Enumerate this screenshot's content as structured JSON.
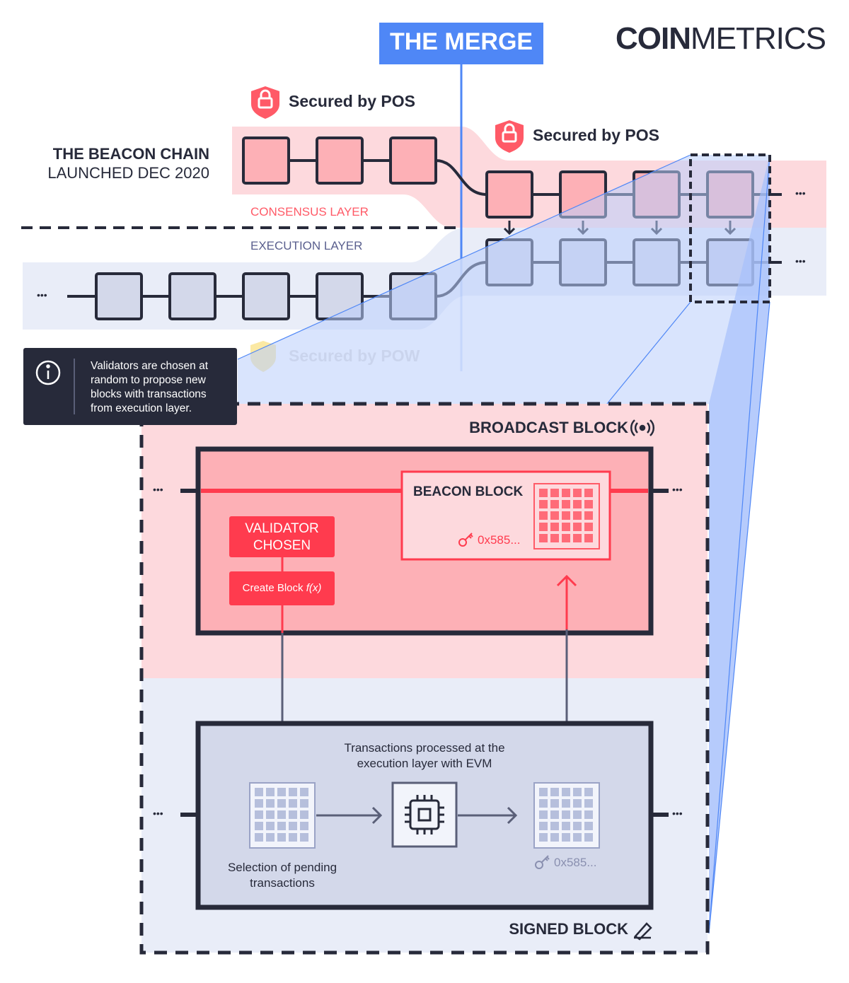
{
  "header": {
    "merge_label": "THE MERGE",
    "logo_bold": "COIN",
    "logo_light": "METRICS"
  },
  "beacon_chain": {
    "title": "THE BEACON CHAIN",
    "subtitle": "LAUNCHED DEC 2020"
  },
  "security": {
    "pos_label_1": "Secured by POS",
    "pos_label_2": "Secured by POS",
    "pow_label": "Secured by POW"
  },
  "layers": {
    "consensus": "CONSENSUS LAYER",
    "execution": "EXECUTION LAYER"
  },
  "ellipsis": "•••",
  "info": {
    "text_lines": [
      "Validators are chosen at",
      "random to propose new",
      "blocks with transactions",
      "from execution layer."
    ]
  },
  "detail": {
    "broadcast_label": "BROADCAST BLOCK",
    "signed_label": "SIGNED BLOCK",
    "validator_chosen_lines": [
      "VALIDATOR",
      "CHOSEN"
    ],
    "create_block": "Create Block",
    "create_block_fn": "f(x)",
    "beacon_block": "BEACON BLOCK",
    "beacon_hash": "0x585...",
    "evm_caption_lines": [
      "Transactions processed at the",
      "execution layer with EVM"
    ],
    "pending_caption_lines": [
      "Selection of pending",
      "transactions"
    ],
    "exec_hash": "0x585..."
  },
  "colors": {
    "blue": "#4f87f6",
    "red": "#ff3b4e",
    "dark": "#272a3a",
    "pink": "#fdb0b6",
    "lavender": "#d3d8ea"
  }
}
